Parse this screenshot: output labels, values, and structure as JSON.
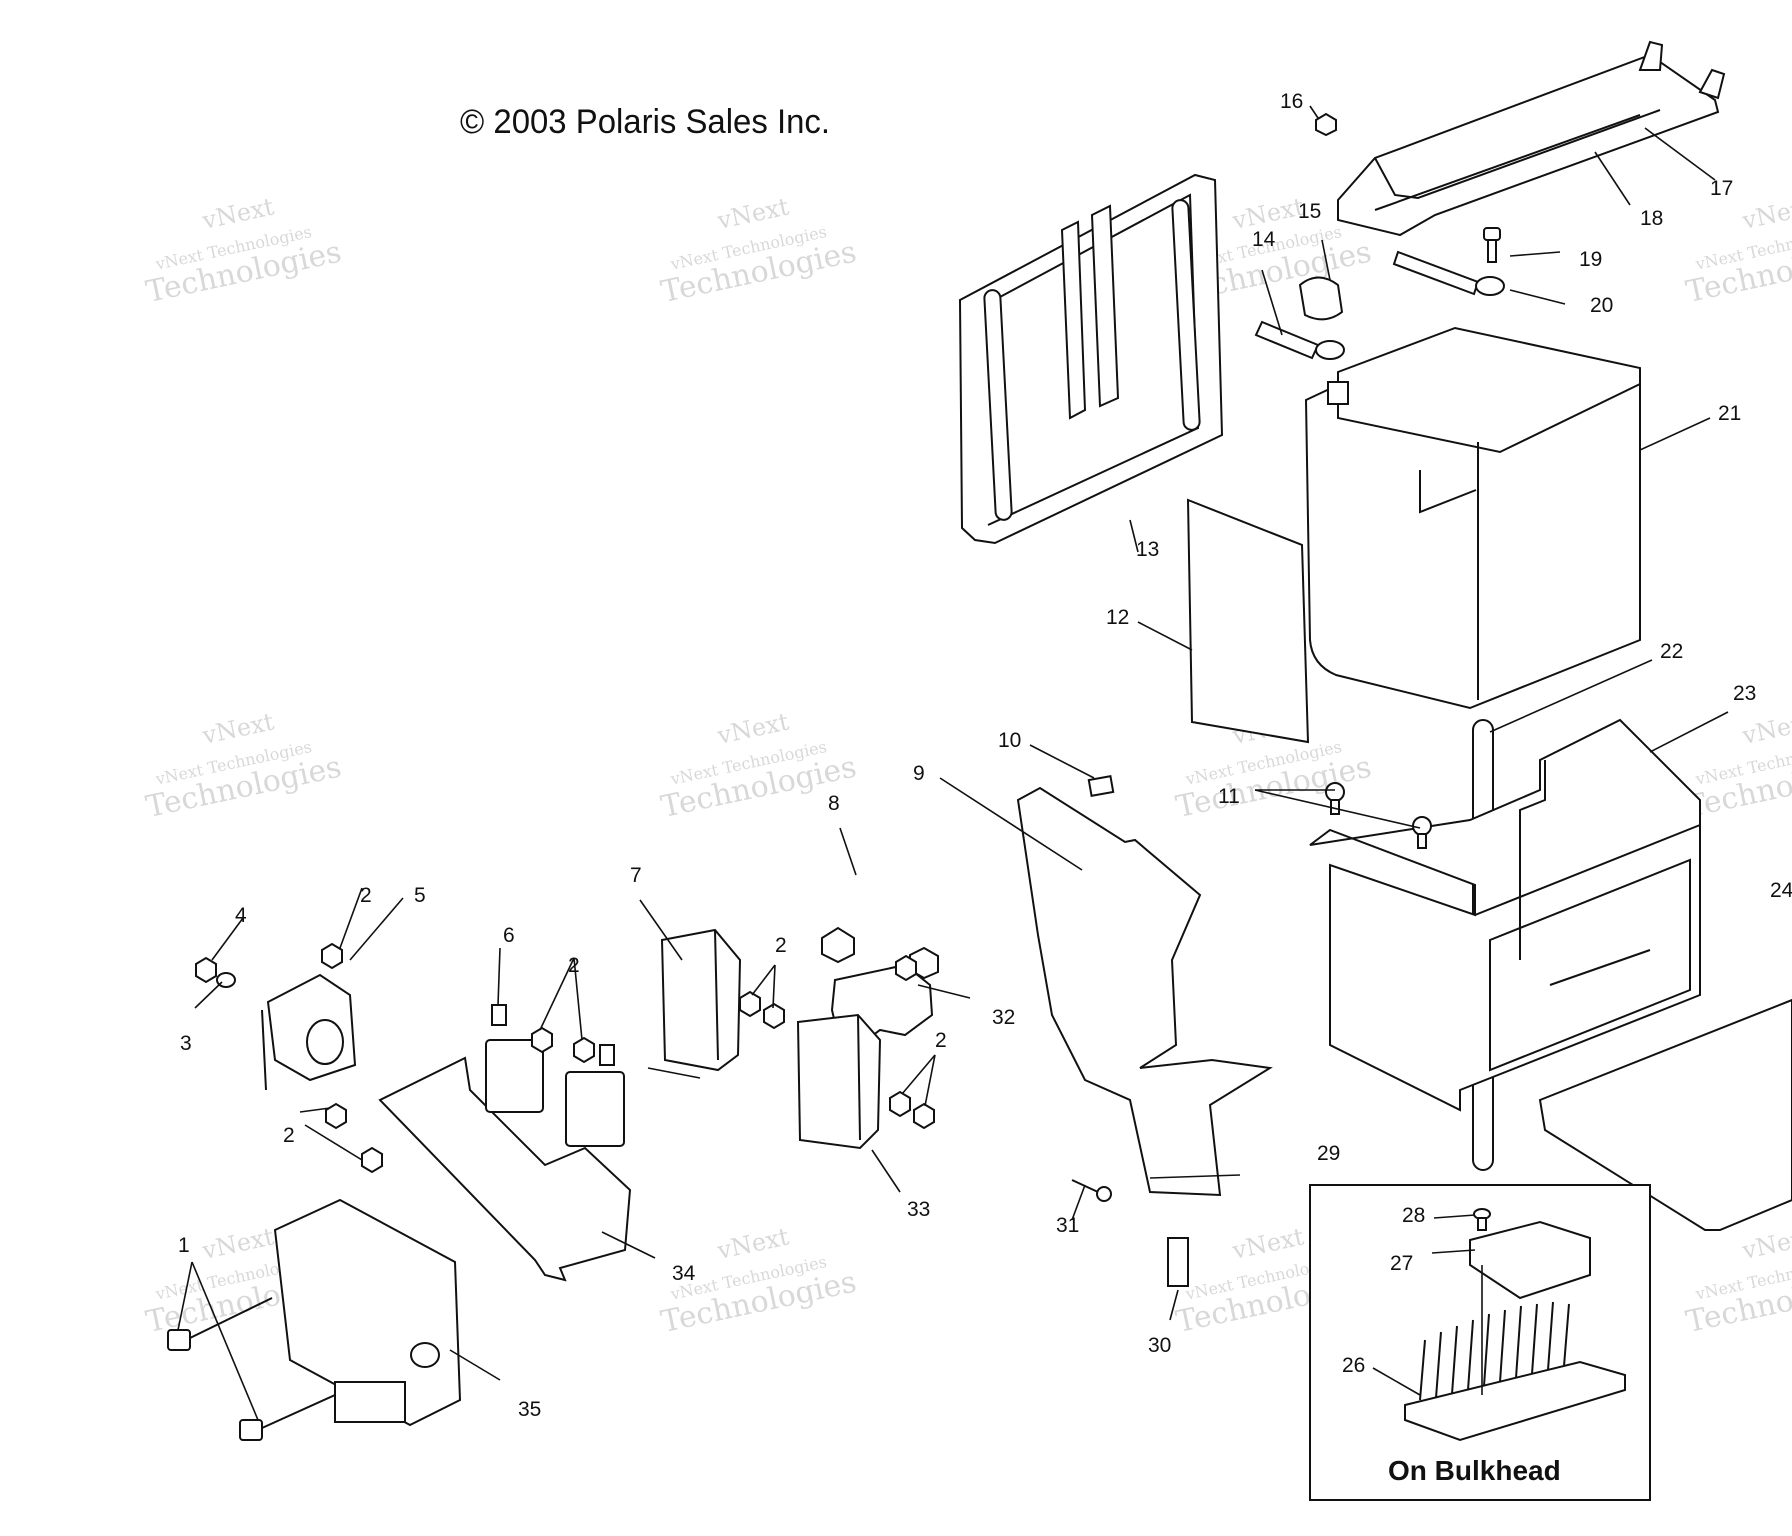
{
  "copyright": "© 2003 Polaris Sales Inc.",
  "inset_caption": "On Bulkhead",
  "watermark": {
    "line1": "vNext",
    "line2": "vNext Technologies",
    "line3": "Technologies"
  },
  "callouts": [
    "1",
    "2",
    "3",
    "4",
    "5",
    "6",
    "7",
    "8",
    "9",
    "10",
    "11",
    "12",
    "13",
    "14",
    "15",
    "16",
    "17",
    "18",
    "19",
    "20",
    "21",
    "22",
    "23",
    "24",
    "26",
    "27",
    "28",
    "29",
    "30",
    "31",
    "32",
    "33",
    "34",
    "35"
  ]
}
